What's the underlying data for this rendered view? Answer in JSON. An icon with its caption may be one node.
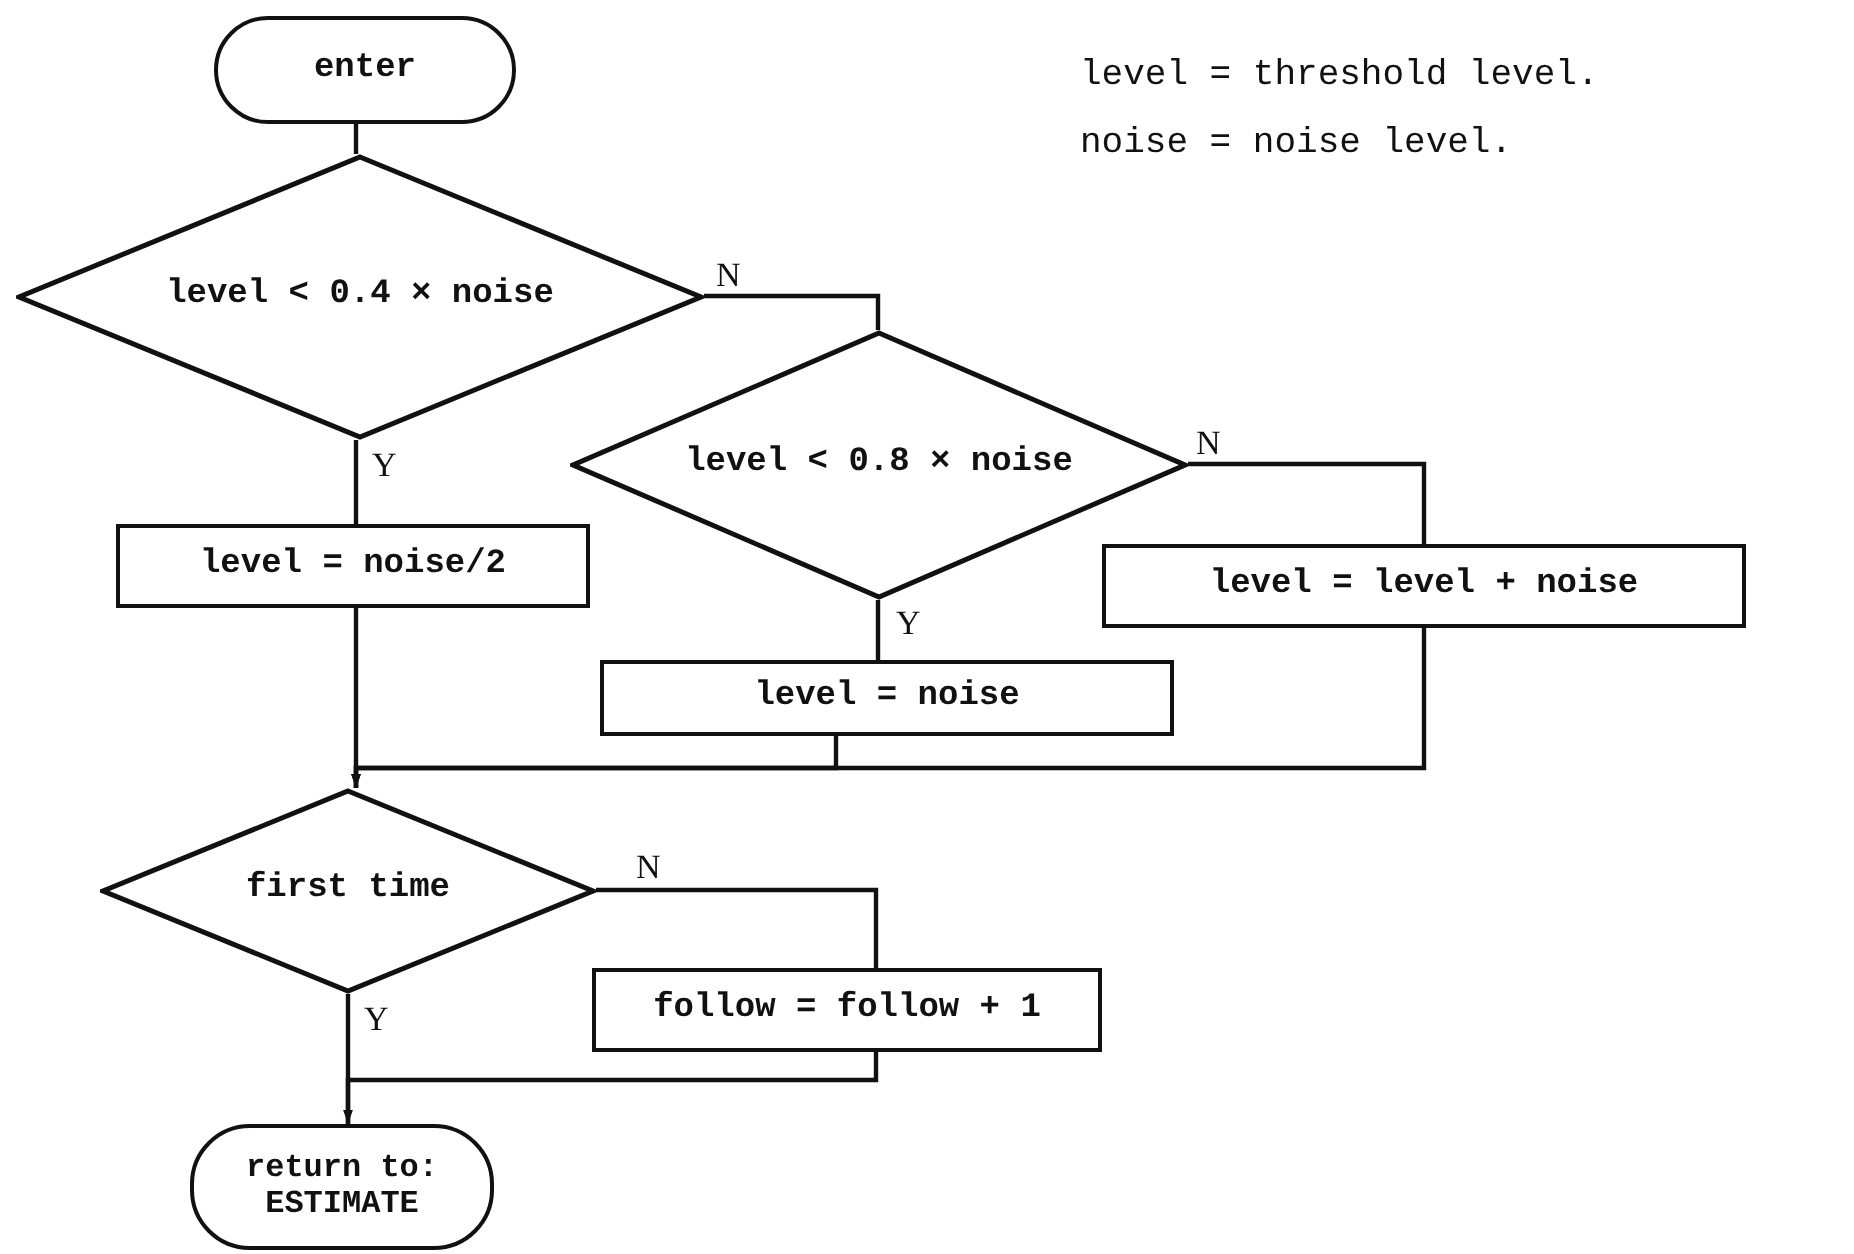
{
  "diagram": {
    "nodes": [
      {
        "text": [
          "enter"
        ]
      },
      {
        "text": [
          "level < 0.4 × noise"
        ]
      },
      {
        "text": [
          "level < 0.8 × noise"
        ]
      },
      {
        "text": [
          "level = noise/2"
        ]
      },
      {
        "text": [
          "level = noise"
        ]
      },
      {
        "text": [
          "level = level + noise"
        ]
      },
      {
        "text": [
          "first time"
        ]
      },
      {
        "text": [
          "follow = follow + 1"
        ]
      },
      {
        "text": [
          "return to: ESTIMATE"
        ]
      }
    ],
    "edges": [
      {
        "from": 0,
        "to": 1,
        "arrow": "none"
      },
      {
        "from": 1,
        "to": 2,
        "arrow": "none",
        "label": "N"
      },
      {
        "from": 1,
        "to": 3,
        "arrow": "none",
        "label": "Y"
      },
      {
        "from": 2,
        "to": 4,
        "arrow": "none",
        "label": "Y"
      },
      {
        "from": 2,
        "to": 5,
        "arrow": "none",
        "label": "N"
      },
      {
        "from": 3,
        "to": 6,
        "arrow": "none"
      },
      {
        "from": 4,
        "to": 6,
        "arrow": "to"
      },
      {
        "from": 5,
        "to": 6,
        "arrow": "to"
      },
      {
        "from": 6,
        "to": 7,
        "arrow": "none",
        "label": "N"
      },
      {
        "from": 6,
        "to": 8,
        "arrow": "none",
        "label": "Y"
      },
      {
        "from": 7,
        "to": 8,
        "arrow": "to"
      }
    ],
    "labels": [
      "level = threshold level.",
      "noise = noise level."
    ]
  }
}
